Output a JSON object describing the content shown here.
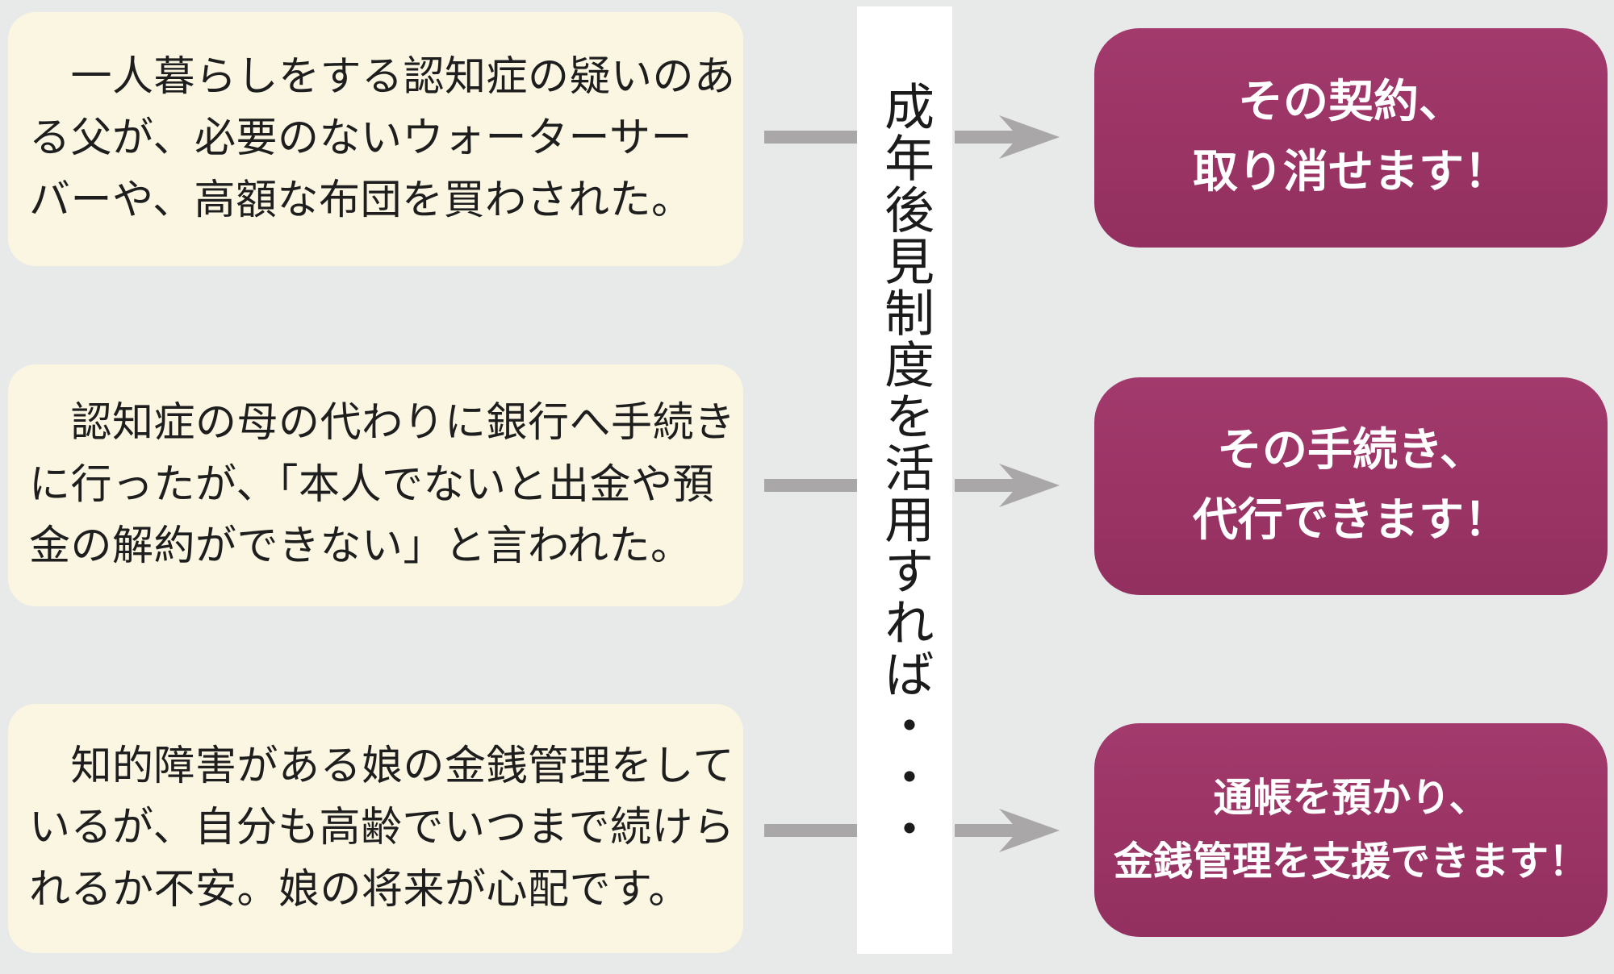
{
  "headline": {
    "text": "成年後見制度を活用すれば・・・"
  },
  "cases": [
    {
      "lines": [
        "　一人暮らしをする認知症の疑いのあ",
        "る父が、必要のないウォーターサー",
        "バーや、高額な布団を買わされた。"
      ]
    },
    {
      "lines": [
        "　認知症の母の代わりに銀行へ手続き",
        "に行ったが、「本人でないと出金や預",
        "金の解約ができない」と言われた。"
      ]
    },
    {
      "lines": [
        "　知的障害がある娘の金銭管理をして",
        "いるが、自分も高齢でいつまで続けら",
        "れるか不安。娘の将来が心配です。"
      ]
    }
  ],
  "results": [
    {
      "lines": [
        "その契約、",
        "取り消せます！"
      ]
    },
    {
      "lines": [
        "その手続き、",
        "代行できます！"
      ]
    },
    {
      "lines": [
        "通帳を預かり、",
        "金銭管理を支援できます！"
      ]
    }
  ],
  "icons": {
    "arrow": "right-arrow"
  },
  "colors": {
    "background": "#e8eae9",
    "case_box": "#faf6e2",
    "band": "#ffffff",
    "result_box": "#9c3566",
    "arrow": "#a9a7a7",
    "case_text": "#1e1e1e",
    "headline_text": "#1b1b1b",
    "result_text": "#ffffff"
  }
}
